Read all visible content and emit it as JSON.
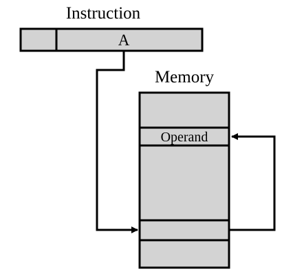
{
  "instruction": {
    "title": "Instruction",
    "address_field": "A"
  },
  "memory": {
    "title": "Memory",
    "operand_label": "Operand"
  },
  "colors": {
    "cell_fill": "#d3d3d3",
    "stroke": "#000000",
    "background": "#ffffff"
  }
}
